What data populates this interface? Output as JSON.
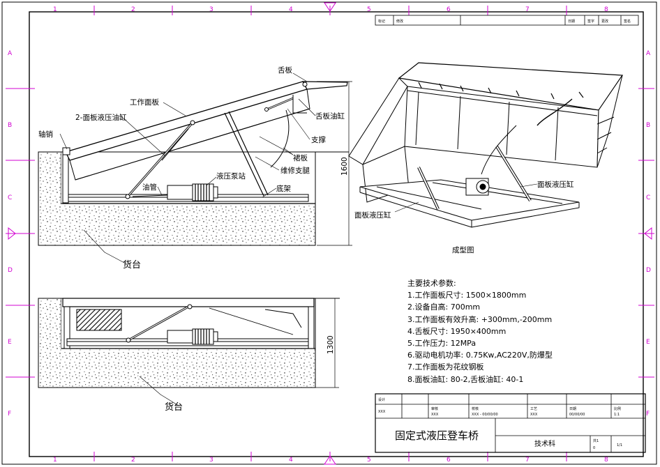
{
  "border": {
    "top_numbers": [
      "1",
      "2",
      "3",
      "4",
      "5",
      "6",
      "7",
      "8"
    ],
    "bottom_numbers": [
      "1",
      "2",
      "3",
      "4",
      "5",
      "6",
      "7",
      "8"
    ],
    "left_letters": [
      "A",
      "B",
      "C",
      "D",
      "E",
      "F"
    ],
    "right_letters": [
      "A",
      "B",
      "C",
      "D",
      "E",
      "F"
    ]
  },
  "top_table": {
    "cells": [
      "标记",
      "修改",
      "",
      "日期",
      "签字",
      "",
      "更改",
      "签名"
    ]
  },
  "side_view": {
    "labels": {
      "tongue": "舌板",
      "deck": "工作面板",
      "deck_cylinder": "2-面板液压油缸",
      "tongue_cylinder": "舌板油缸",
      "hinge_pin": "轴销",
      "support": "支撑",
      "skirt": "裙板",
      "pump_station": "液压泵站",
      "maintenance_leg": "维修支腿",
      "oil_pipe": "油管",
      "base_frame": "底架",
      "height": "1600",
      "platform": "货台"
    }
  },
  "iso_view": {
    "caption": "成型图",
    "labels": {
      "deck_cylinder_right": "面板液压缸",
      "deck_cylinder_left": "面板液压缸"
    }
  },
  "lowered_view": {
    "labels": {
      "height": "1300",
      "platform": "货台"
    }
  },
  "specs": {
    "title": "主要技术参数:",
    "items": [
      "1.工作面板尺寸: 1500×1800mm",
      "2.设备自高: 700mm",
      "3.工作面板有效升高: +300mm,-200mm",
      "4.舌板尺寸: 1950×400mm",
      "5.工作压力: 12MPa",
      "6.驱动电机功率: 0.75Kw,AC220V,防爆型",
      "7.工作面板为花纹钢板",
      "8.面板油缸: 80-2,舌板油缸: 40-1"
    ]
  },
  "title_block": {
    "title": "固定式液压登车桥",
    "small_cells": [
      "设计",
      "XXX",
      "审核",
      "XXX",
      "校核",
      "XXX",
      "XXX - 00/00/00",
      "日期",
      "00/00/00",
      "比例",
      "1:1",
      "工艺",
      "XXX"
    ],
    "material": "技术科",
    "sheet_a": "共1",
    "sheet_b": "1/1",
    "sheet_c": "0"
  }
}
